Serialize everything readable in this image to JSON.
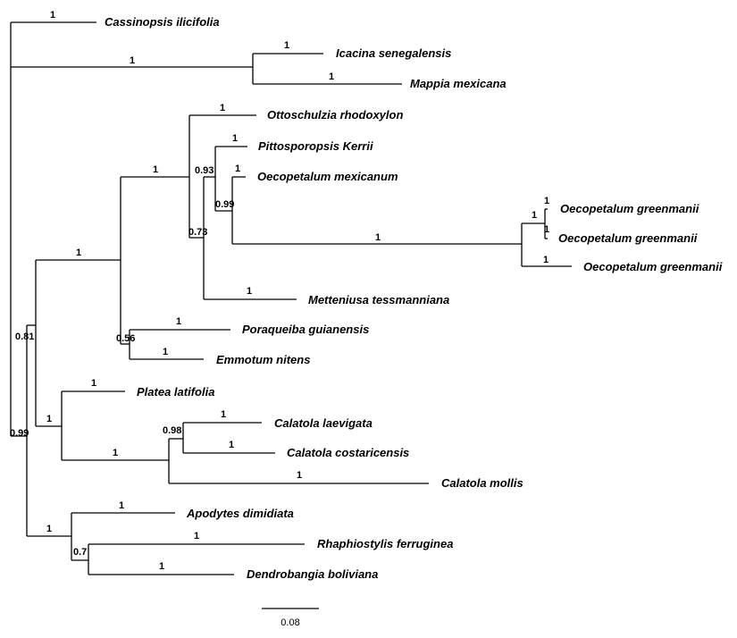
{
  "taxa": [
    {
      "id": "cassinopsis",
      "label": "Cassinopsis ilicifolia"
    },
    {
      "id": "icacina",
      "label": "Icacina senegalensis"
    },
    {
      "id": "mappia",
      "label": "Mappia mexicana"
    },
    {
      "id": "ottoschulzia",
      "label": "Ottoschulzia rhodoxylon"
    },
    {
      "id": "pittosporopsis",
      "label": "Pittosporopsis Kerrii"
    },
    {
      "id": "oeco_mex",
      "label": "Oecopetalum mexicanum"
    },
    {
      "id": "oeco_g1",
      "label": "Oecopetalum greenmanii"
    },
    {
      "id": "oeco_g2",
      "label": "Oecopetalum greenmanii"
    },
    {
      "id": "oeco_g3",
      "label": "Oecopetalum greenmanii"
    },
    {
      "id": "metteniusa",
      "label": "Metteniusa tessmanniana"
    },
    {
      "id": "poraqueiba",
      "label": "Poraqueiba guianensis"
    },
    {
      "id": "emmotum",
      "label": "Emmotum nitens"
    },
    {
      "id": "platea",
      "label": "Platea latifolia"
    },
    {
      "id": "calatola_l",
      "label": "Calatola laevigata"
    },
    {
      "id": "calatola_c",
      "label": "Calatola costaricensis"
    },
    {
      "id": "calatola_m",
      "label": "Calatola mollis"
    },
    {
      "id": "apodytes",
      "label": "Apodytes dimidiata"
    },
    {
      "id": "rhaphiostylis",
      "label": "Rhaphiostylis ferruginea"
    },
    {
      "id": "dendrobangia",
      "label": "Dendrobangia boliviana"
    }
  ],
  "support_values": {
    "cassinopsis": "1",
    "icacina_mappia_stem": "1",
    "icacina": "1",
    "mappia": "1",
    "ottoschulzia": "1",
    "pittosporopsis": "1",
    "oeco_mex": "1",
    "oeco_g1": "1",
    "oeco_g2": "1",
    "oeco_g_pair": "1",
    "oeco_g3": "1",
    "oeco_g_stem": "1",
    "clade_0_99_oeco": "0.99",
    "clade_0_93": "0.93",
    "clade_0_73": "0.73",
    "metteniusa": "1",
    "clade_1_ott_stem": "1",
    "poraqueiba": "1",
    "emmotum": "1",
    "clade_0_56": "0.56",
    "clade_big_stem": "1",
    "clade_0_81": "0.81",
    "platea": "1",
    "calatola_l": "1",
    "calatola_c": "1",
    "clade_0_98": "0.98",
    "calatola_m": "1",
    "calatola_stem": "1",
    "platea_calatola": "1",
    "apodytes": "1",
    "rhaphiostylis": "1",
    "dendrobangia": "1",
    "clade_0_7": "0.7",
    "apodytes_clade": "1",
    "root_clade": "0.99"
  },
  "scale_bar": {
    "label": "0.08"
  }
}
